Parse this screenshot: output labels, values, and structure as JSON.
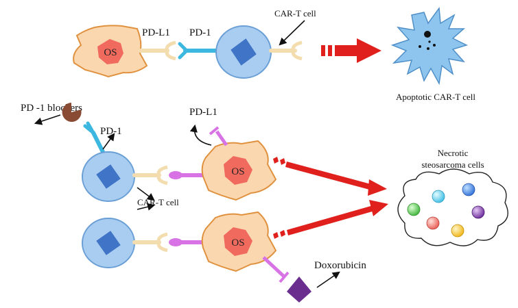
{
  "labels": {
    "pd_l1_top": "PD-L1",
    "pd_1_top": "PD-1",
    "car_t_cell_top": "CAR-T cell",
    "apoptotic_car_t_cell": "Apoptotic CAR-T cell",
    "pd_1_blockers": "PD -1 blockers",
    "pd_1_mid": "PD-1",
    "pd_l1_mid": "PD-L1",
    "necrotic_title_line1": "Necrotic",
    "necrotic_title_line2": "steosarcoma cells",
    "car_t_cell_mid": "CAR-T cell",
    "doxorubicin": "Doxorubicin",
    "os_top": "OS",
    "os_mid": "OS",
    "os_bottom": "OS"
  },
  "colors": {
    "os_cell_fill": "#fbd7b0",
    "os_cell_stroke": "#e0913e",
    "os_nucleus": "#f06a5e",
    "t_cell_fill": "#a9cdf0",
    "t_cell_stroke": "#6a9fd6",
    "t_cell_nucleus": "#3f74c6",
    "pd1_receptor": "#3bb7e0",
    "pdl1_ligand": "#d873e6",
    "car_receptor": "#f3dcae",
    "arrow_red": "#e0201d",
    "apoptotic_cell": "#8ec5ee",
    "blocker": "#8a4b35",
    "doxorubicin": "#6a2f8e"
  },
  "necrotic_spheres": [
    "#3f7fe0",
    "#5fd0ea",
    "#5ccc4e",
    "#8a3fb3",
    "#f0706a",
    "#f4c42a"
  ]
}
